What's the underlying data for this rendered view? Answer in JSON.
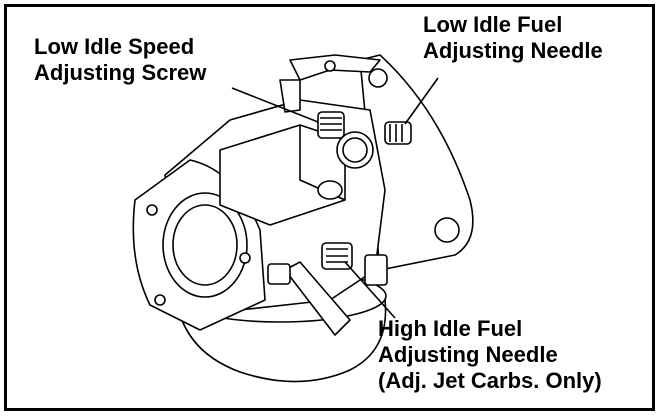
{
  "labels": {
    "low_idle_speed": [
      "Low Idle Speed",
      "Adjusting Screw"
    ],
    "low_idle_fuel": [
      "Low Idle Fuel",
      "Adjusting Needle"
    ],
    "high_idle_fuel": [
      "High Idle Fuel",
      "Adjusting Needle",
      "(Adj. Jet Carbs. Only)"
    ]
  }
}
